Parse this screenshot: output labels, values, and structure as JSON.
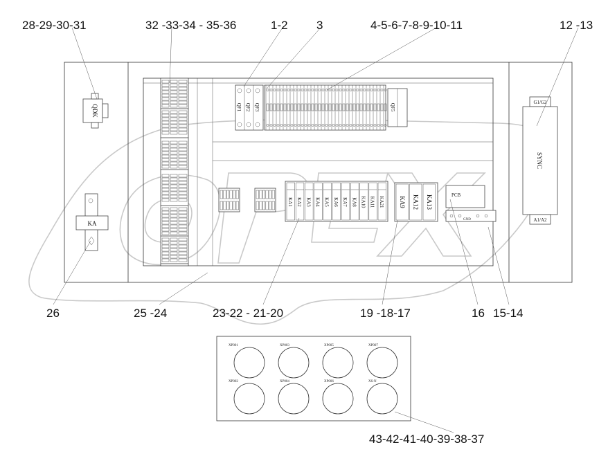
{
  "callouts": {
    "c28_31": "28-29-30-31",
    "c32_36": "32 -33-34 - 35-36",
    "c1_2": "1-2",
    "c3": "3",
    "c4_11": "4-5-6-7-8-9-10-11",
    "c12_13": "12 -13",
    "c26": "26",
    "c25_24": "25 -24",
    "c23_20": "23-22 - 21-20",
    "c19_17": "19 -18-17",
    "c16": "16",
    "c15_14": "15-14",
    "c43_37": "43-42-41-40-39-38-37"
  },
  "components": {
    "qdk": "QDK",
    "ka": "KA",
    "qf1": "QF1",
    "qf2": "QF2",
    "qf3": "QF3",
    "qf5": "QF5",
    "g1g2": "G1/G2",
    "sync": "SYNC",
    "a1a2": "A1/A2",
    "pcb": "PCB",
    "relays1": [
      "KA1",
      "KA2",
      "KA3",
      "KA4",
      "KA5",
      "KA6",
      "KA7",
      "KA8",
      "KA10",
      "KA11",
      "KA21"
    ],
    "relays2": [
      "KA9",
      "KA12",
      "KA13"
    ],
    "gnd": "GND"
  },
  "connectors": {
    "top": [
      "XP001",
      "XP003",
      "XP005",
      "XP007"
    ],
    "bottom": [
      "XP002",
      "XP004",
      "XP006",
      "XS-N"
    ]
  }
}
